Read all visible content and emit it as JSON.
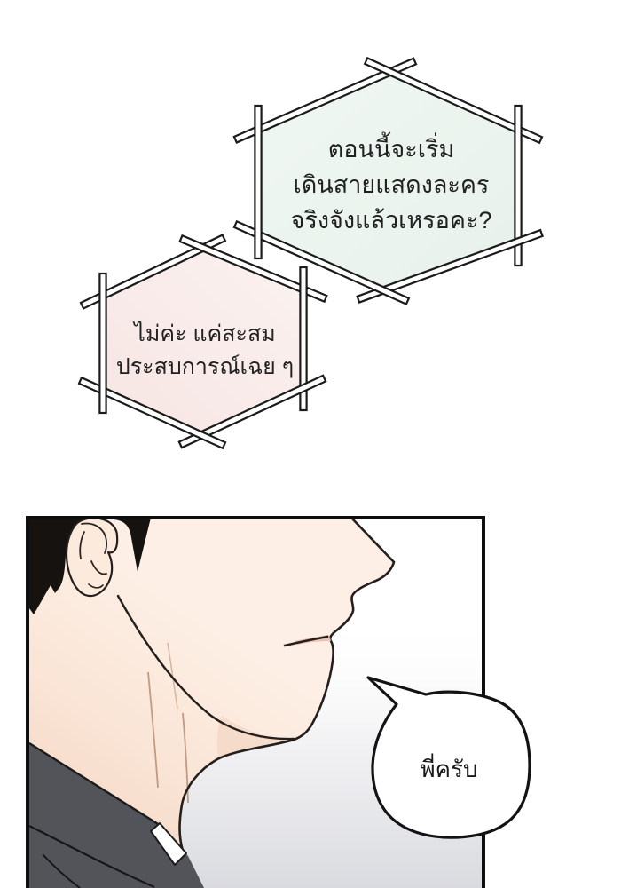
{
  "page": {
    "type": "webtoon comic page",
    "background": "#ffffff"
  },
  "bubbles": {
    "hex_green": {
      "shape": "hexagonal stick-frame narration box",
      "fill": "#ecf4ee",
      "lines": [
        "ตอนนี้จะเริ่ม",
        "เดินสายแสดงละคร",
        "จริงจังแล้วเหรอคะ?"
      ]
    },
    "hex_pink": {
      "shape": "hexagonal stick-frame narration box",
      "fill": "#f9ebe9",
      "lines": [
        "ไม่ค่ะ แค่สะสม",
        "ประสบการณ์เฉย ๆ"
      ]
    },
    "round": {
      "shape": "round speech bubble with tail",
      "fill": "#ffffff",
      "text": "พี่ครับ"
    }
  },
  "panel": {
    "border_color": "#0e0e0e",
    "description": "close-up profile of a dark-haired man facing right, dark jacket with white collar"
  },
  "colors": {
    "skin": "#fdeee4",
    "skin_shadow": "#f4d6c3",
    "hair": "#15120f",
    "jacket": "#53545a",
    "outline": "#241f1c",
    "stick_line": "#1b1b1b",
    "text": "#212121"
  }
}
